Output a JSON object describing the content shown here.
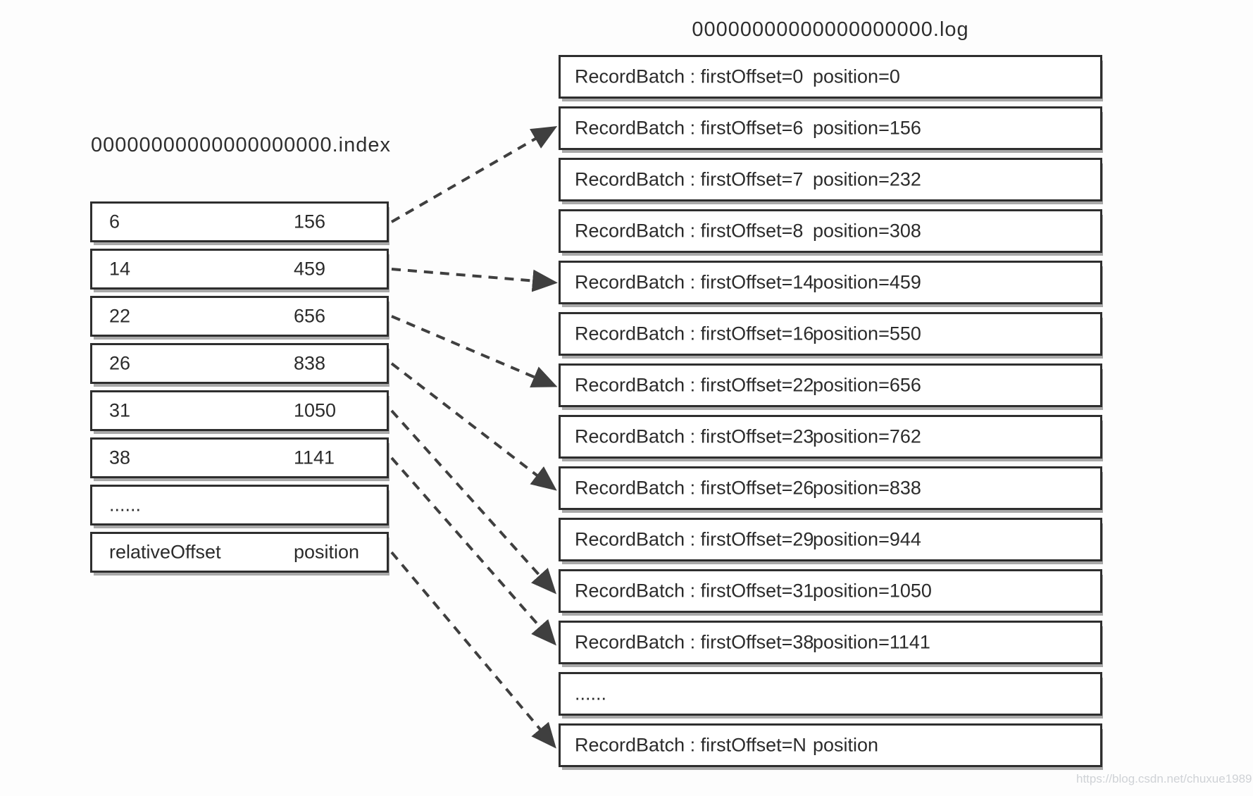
{
  "index_file": {
    "title": "00000000000000000000.index",
    "rows": [
      {
        "offset": "6",
        "position": "156"
      },
      {
        "offset": "14",
        "position": "459"
      },
      {
        "offset": "22",
        "position": "656"
      },
      {
        "offset": "26",
        "position": "838"
      },
      {
        "offset": "31",
        "position": "1050"
      },
      {
        "offset": "38",
        "position": "1141"
      },
      {
        "offset": "......",
        "position": ""
      },
      {
        "offset": "relativeOffset",
        "position": "position"
      }
    ]
  },
  "log_file": {
    "title": "00000000000000000000.log",
    "rows": [
      {
        "label": "RecordBatch : firstOffset=0",
        "position": "position=0"
      },
      {
        "label": "RecordBatch : firstOffset=6",
        "position": "position=156"
      },
      {
        "label": "RecordBatch : firstOffset=7",
        "position": "position=232"
      },
      {
        "label": "RecordBatch : firstOffset=8",
        "position": "position=308"
      },
      {
        "label": "RecordBatch : firstOffset=14",
        "position": "position=459"
      },
      {
        "label": "RecordBatch : firstOffset=16",
        "position": "position=550"
      },
      {
        "label": "RecordBatch : firstOffset=22",
        "position": "position=656"
      },
      {
        "label": "RecordBatch : firstOffset=23",
        "position": "position=762"
      },
      {
        "label": "RecordBatch : firstOffset=26",
        "position": "position=838"
      },
      {
        "label": "RecordBatch : firstOffset=29",
        "position": "position=944"
      },
      {
        "label": "RecordBatch : firstOffset=31",
        "position": "position=1050"
      },
      {
        "label": "RecordBatch : firstOffset=38",
        "position": "position=1141"
      },
      {
        "label": "......",
        "position": ""
      },
      {
        "label": "RecordBatch : firstOffset=N",
        "position": "position"
      }
    ]
  },
  "arrows": [
    {
      "from_index_row": 0,
      "to_log_row": 1
    },
    {
      "from_index_row": 1,
      "to_log_row": 4
    },
    {
      "from_index_row": 2,
      "to_log_row": 6
    },
    {
      "from_index_row": 3,
      "to_log_row": 8
    },
    {
      "from_index_row": 4,
      "to_log_row": 10
    },
    {
      "from_index_row": 5,
      "to_log_row": 11
    },
    {
      "from_index_row": 7,
      "to_log_row": 13
    }
  ],
  "watermark": "https://blog.csdn.net/chuxue1989",
  "colors": {
    "border": "#2e2e2e",
    "arrow": "#3f3f3f",
    "row_shadow": "#a9a9a9",
    "text": "#2b2b2b",
    "watermark": "#cfd2d6",
    "background": "#fdfdfd"
  }
}
